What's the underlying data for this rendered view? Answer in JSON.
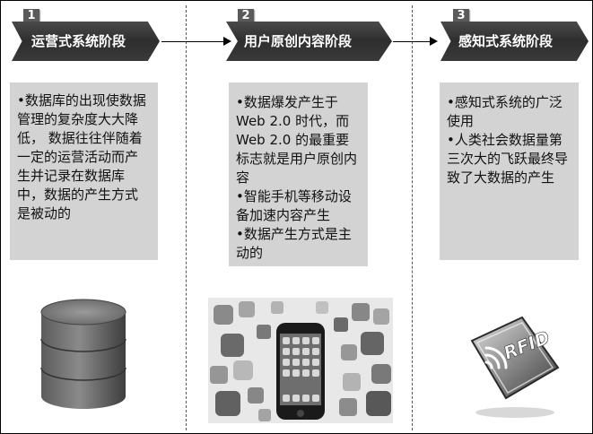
{
  "stages": [
    {
      "number": "1",
      "title": "运营式系统阶段",
      "bullets": [
        "•数据库的出现使数据管理的复杂度大大降低， 数据往往伴随着一定的运营活动而产生并记录在数据库中，数据的产生方式是被动的"
      ],
      "image": "database-cylinder-icon"
    },
    {
      "number": "2",
      "title": "用户原创内容阶段",
      "bullets": [
        "•数据爆发产生于Web 2.0 时代，而Web 2.0 的最重要标志就是用户原创内容",
        "•智能手机等移动设备加速内容产生",
        "•数据产生方式是主动的"
      ],
      "image": "smartphone-apps-collage"
    },
    {
      "number": "3",
      "title": "感知式系统阶段",
      "bullets": [
        "•感知式系统的广泛使用",
        "•人类社会数据量第三次大的飞跃最终导致了大数据的产生"
      ],
      "image": "rfid-tag-icon",
      "image_text": "RFID"
    }
  ],
  "colors": {
    "label_dark": "#333333",
    "text_box_bg": "#d3d3d3",
    "badge": "#5a5a5a"
  }
}
